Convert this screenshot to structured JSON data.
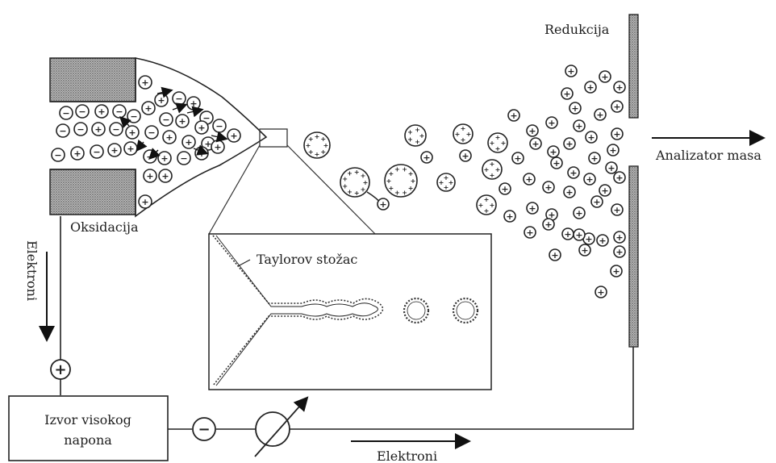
{
  "labels": {
    "reduction": "Redukcija",
    "oxidation": "Oksidacija",
    "analyzer": "Analizator masa",
    "taylor_cone": "Taylorov stožac",
    "electrons_left": "Elektroni",
    "electrons_bottom": "Elektroni",
    "source_line1": "Izvor visokog",
    "source_line2": "napona"
  },
  "symbols": {
    "plus": "+",
    "minus": "−"
  }
}
